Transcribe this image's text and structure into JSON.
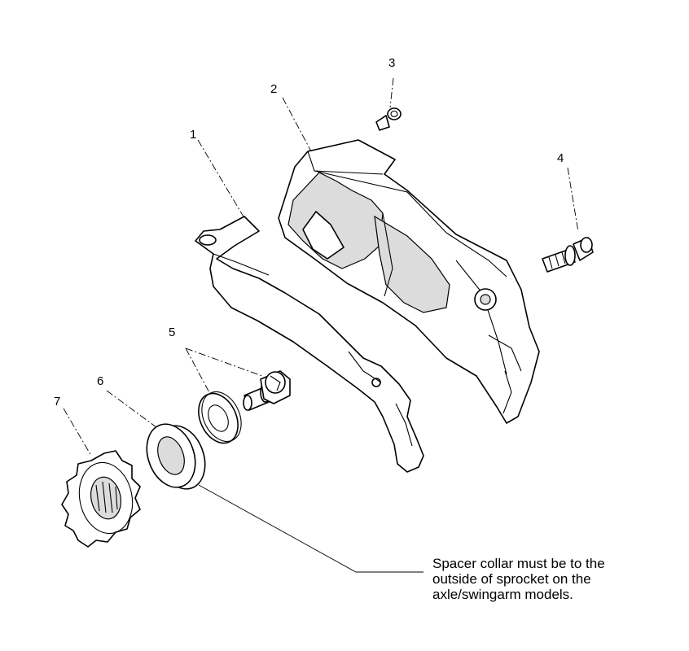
{
  "callouts": {
    "c1": "1",
    "c2": "2",
    "c3": "3",
    "c4": "4",
    "c5": "5",
    "c6": "6",
    "c7": "7"
  },
  "note": {
    "line1": "Spacer collar must be to the",
    "line2": "outside of sprocket on the",
    "line3": "axle/swingarm models."
  },
  "colors": {
    "line": "#000000",
    "background": "#ffffff",
    "shade": "#dcdcdc"
  }
}
